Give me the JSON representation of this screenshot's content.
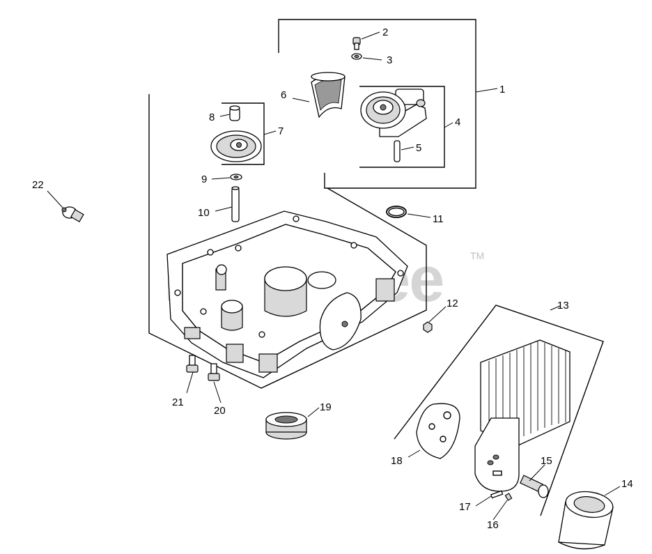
{
  "watermark": {
    "text": "PartsTree",
    "trademark": "TM"
  },
  "callouts": [
    {
      "id": "callout-1",
      "label": "1"
    },
    {
      "id": "callout-2",
      "label": "2"
    },
    {
      "id": "callout-3",
      "label": "3"
    },
    {
      "id": "callout-4",
      "label": "4"
    },
    {
      "id": "callout-5",
      "label": "5"
    },
    {
      "id": "callout-6",
      "label": "6"
    },
    {
      "id": "callout-7",
      "label": "7"
    },
    {
      "id": "callout-8",
      "label": "8"
    },
    {
      "id": "callout-9",
      "label": "9"
    },
    {
      "id": "callout-10",
      "label": "10"
    },
    {
      "id": "callout-11",
      "label": "11"
    },
    {
      "id": "callout-12",
      "label": "12"
    },
    {
      "id": "callout-13",
      "label": "13"
    },
    {
      "id": "callout-14",
      "label": "14"
    },
    {
      "id": "callout-15",
      "label": "15"
    },
    {
      "id": "callout-16",
      "label": "16"
    },
    {
      "id": "callout-17",
      "label": "17"
    },
    {
      "id": "callout-18",
      "label": "18"
    },
    {
      "id": "callout-19",
      "label": "19"
    },
    {
      "id": "callout-20",
      "label": "20"
    },
    {
      "id": "callout-21",
      "label": "21"
    },
    {
      "id": "callout-22",
      "label": "22"
    }
  ]
}
